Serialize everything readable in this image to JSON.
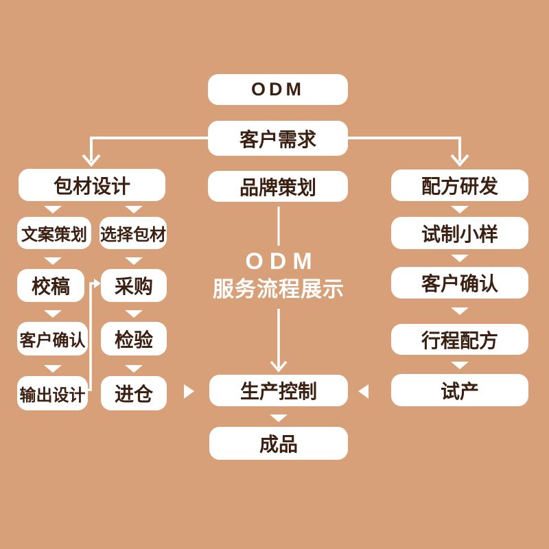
{
  "palette": {
    "background": "#d7a078",
    "box_background": "#ffffff",
    "box_text": "#3b2012",
    "connector": "#ffffff"
  },
  "title": {
    "line1": "ODM",
    "line2": "服务流程展示"
  },
  "nodes": {
    "odm": "ODM",
    "customer_needs": "客户需求",
    "packaging_design": "包材设计",
    "copy_planning": "文案策划",
    "select_packaging": "选择包材",
    "proofreading": "校稿",
    "purchasing": "采购",
    "customer_confirm_left": "客户确认",
    "inspection": "检验",
    "output_design": "输出设计",
    "warehousing": "进仓",
    "brand_planning": "品牌策划",
    "production_control": "生产控制",
    "finished_product": "成品",
    "formula_rd": "配方研发",
    "trial_sample": "试制小样",
    "customer_confirm_right": "客户确认",
    "schedule_formula": "行程配方",
    "trial_production": "试产"
  }
}
